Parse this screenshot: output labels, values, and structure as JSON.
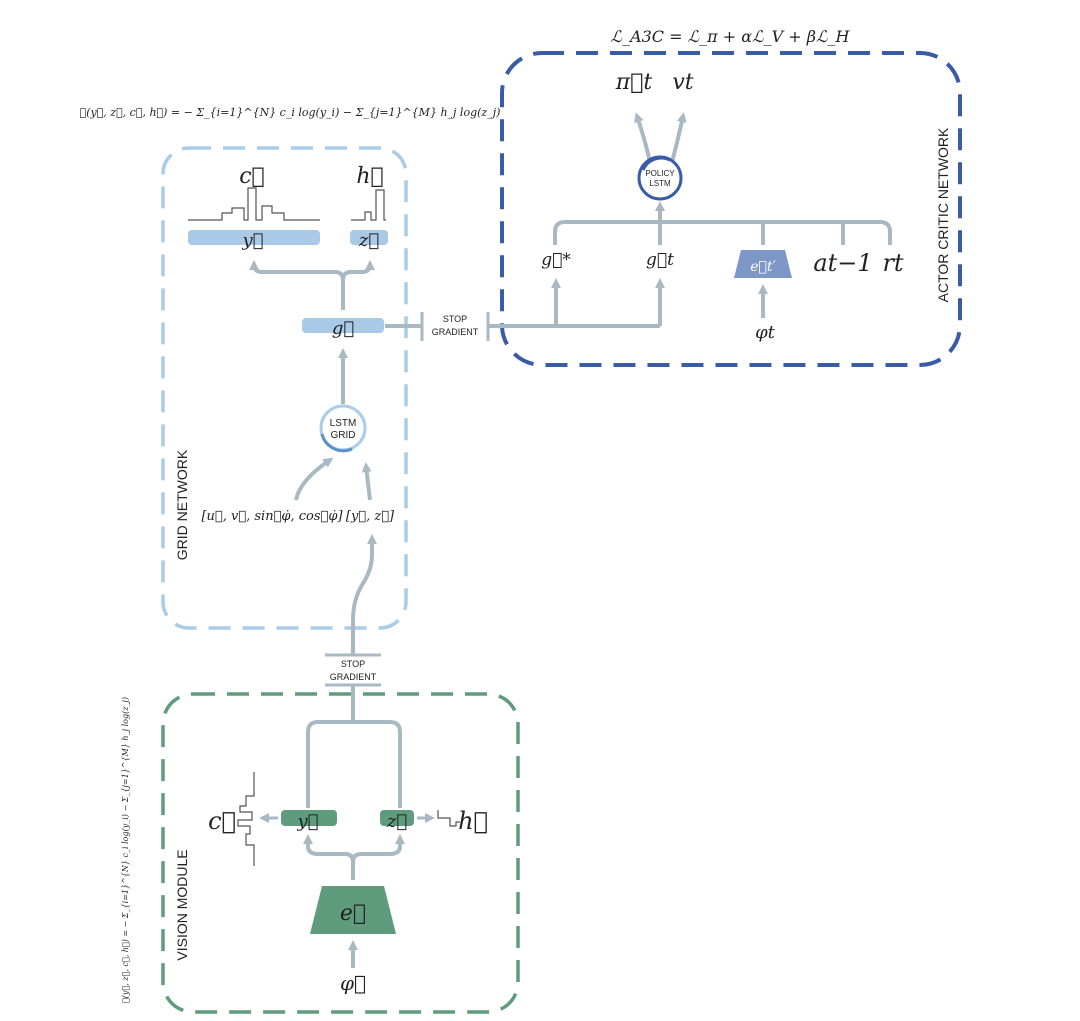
{
  "formulas": {
    "a3c_loss": "ℒ_A3C = ℒ_π + αℒ_V + βℒ_H",
    "grid_loss": "ℒ(y⃗, z⃗, c⃗, h⃗) = − Σ_{i=1}^{N} c_i log(y_i) − Σ_{j=1}^{M} h_j log(z_j)",
    "vision_loss": "ℒ(y⃗, z⃗, c⃗, h⃗) = − Σ_{i=1}^{N} c_i log(y_i) − Σ_{j=1}^{M} h_j log(z_j)"
  },
  "modules": {
    "actor_critic": "ACTOR CRITIC NETWORK",
    "grid": "GRID NETWORK",
    "vision": "VISION MODULE"
  },
  "nodes": {
    "policy_lstm_top": "POLICY",
    "policy_lstm_bottom": "LSTM",
    "lstm_grid_top": "LSTM",
    "lstm_grid_bottom": "GRID",
    "stop_gradient_top_1": "STOP",
    "stop_gradient_top_2": "GRADIENT",
    "stop_gradient_mid_1": "STOP",
    "stop_gradient_mid_2": "GRADIENT"
  },
  "symbols": {
    "pi_t": "π⃗t",
    "v_t": "vt",
    "g_star": "g⃗*",
    "g_t": "g⃗t",
    "e_t_prime": "e⃗t′",
    "a_t_minus_1": "at−1",
    "r_t": "rt",
    "phi_t": "φt",
    "grid_c": "c⃗",
    "grid_h": "h⃗",
    "grid_y": "y⃗",
    "grid_z": "z⃗",
    "grid_g": "g⃗",
    "grid_inputs": "[u⃗,  v⃗,  sin⃗φ̇,  cos⃗φ̇]",
    "grid_yz": "[y⃗, z⃗]",
    "vision_c": "c⃗",
    "vision_h": "h⃗",
    "vision_y": "y⃗",
    "vision_z": "z⃗",
    "vision_e": "e⃗",
    "vision_phi": "φ⃗"
  },
  "colors": {
    "actor_critic_border": "#3a5ba8",
    "grid_border": "#a9cce8",
    "vision_border": "#5f9c7d",
    "grid_bar": "#a9c9e6",
    "vision_bar": "#5f9c7d",
    "e_prime_fill": "#7f97c6",
    "arrow": "#a9b9c3",
    "text": "#222222"
  }
}
